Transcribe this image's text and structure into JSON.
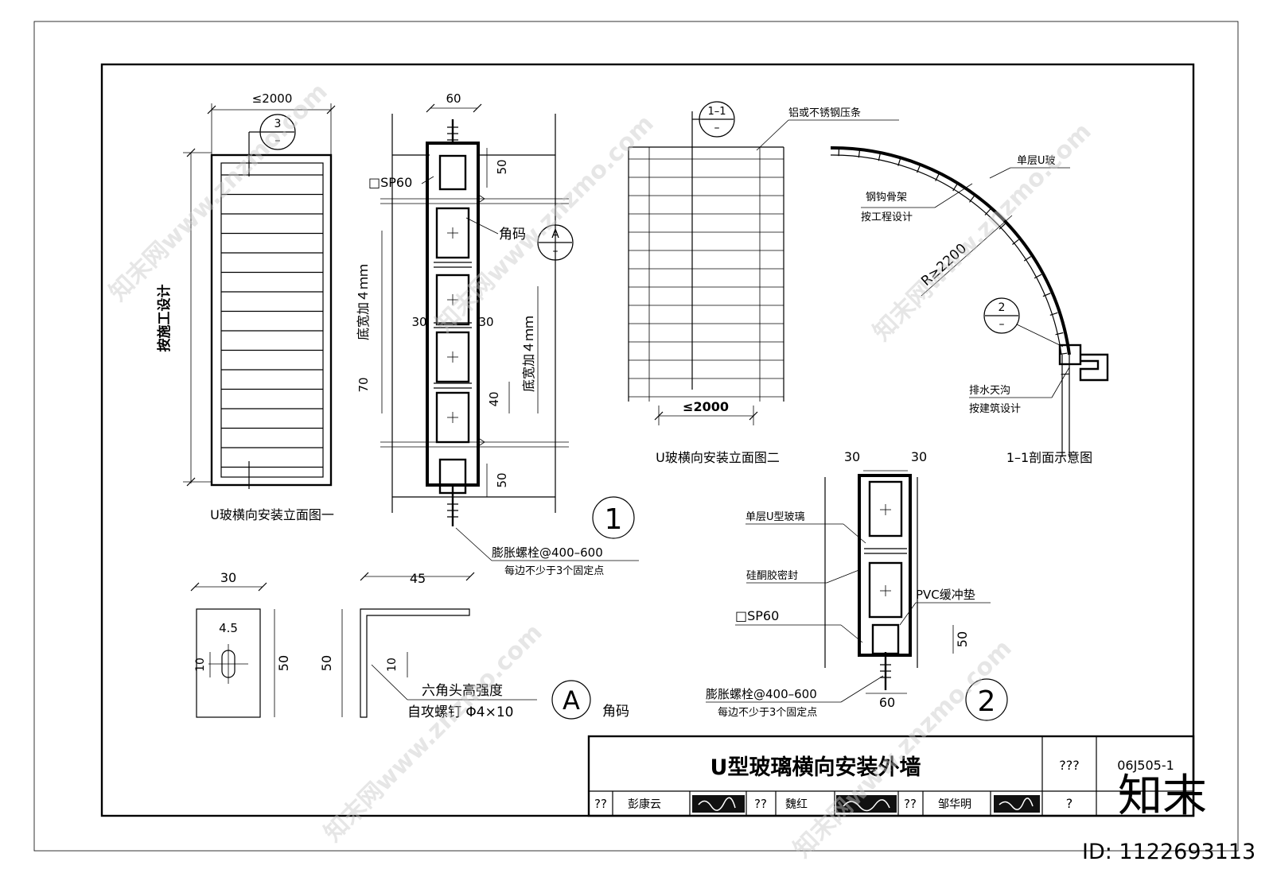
{
  "title_block": {
    "title": "U型玻璃横向安装外墙",
    "sheet_label": "???",
    "drawing_no": "06J505-1",
    "page_label": "?",
    "row": [
      {
        "role": "??",
        "name": "彭康云"
      },
      {
        "role": "??",
        "name": "魏红"
      },
      {
        "role": "??",
        "name": "邹华明"
      }
    ]
  },
  "view1": {
    "caption": "U玻横向安装立面图一",
    "dim_width": "≤2000",
    "side_note": "按施工设计",
    "callout_top": "3",
    "callout_bottom": "–"
  },
  "detail1": {
    "dim_top": "60",
    "dim_50a": "50",
    "dim_50b": "50",
    "dim_30_left": "30",
    "dim_30_right": "30",
    "dim_70": "70",
    "dim_40": "40",
    "label_sp60": "□SP60",
    "label_corner": "角码",
    "vertical_note_1": "底宽加４ｍｍ",
    "vertical_note_2": "底宽加４ｍｍ",
    "callout_a_top": "A",
    "callout_a_bottom": "–",
    "bolt_note_1": "膨胀螺栓@400–600",
    "bolt_note_2": "每边不少于3个固定点",
    "number": "1"
  },
  "view2": {
    "caption": "U玻横向安装立面图二",
    "dim_width": "≤2000",
    "callout_top": "1–1",
    "callout_bottom": "–",
    "strip_label": "铝或不锈钢压条"
  },
  "section11": {
    "caption": "1–1剖面示意图",
    "label_single": "单层U玻",
    "label_frame_1": "钢钩骨架",
    "label_frame_2": "按工程设计",
    "radius": "R≥2200",
    "callout_top": "2",
    "callout_bottom": "–",
    "drain_1": "排水天沟",
    "drain_2": "按建筑设计"
  },
  "detail2": {
    "dim_30_left": "30",
    "dim_30_right": "30",
    "dim_50": "50",
    "dim_60": "60",
    "label_single": "单层U型玻璃",
    "label_seal": "硅酮胶密封",
    "label_pvc": "PVC缓冲垫",
    "label_sp60": "□SP60",
    "bolt_note_1": "膨胀螺栓@400–600",
    "bolt_note_2": "每边不少于3个固定点",
    "number": "2"
  },
  "detailA": {
    "dim_30": "30",
    "dim_45": "45",
    "dim_50_left": "50",
    "dim_50_right": "50",
    "dim_45_hole": "4.5",
    "dim_10_left": "10",
    "dim_10_right": "10",
    "screw_1": "六角头高强度",
    "screw_2": "自攻螺钉 Φ4×10",
    "callout": "A",
    "label": "角码"
  },
  "watermark": {
    "text": "知末网www.znzmo.com",
    "logo": "知末",
    "id": "ID: 1122693113"
  }
}
